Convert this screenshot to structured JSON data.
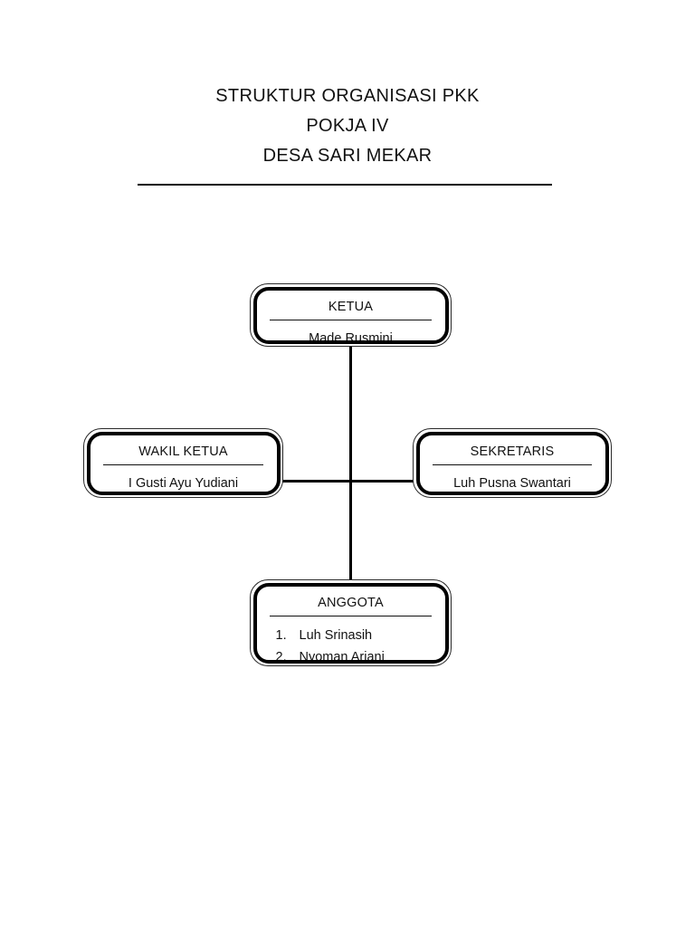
{
  "document": {
    "title_lines": [
      "STRUKTUR ORGANISASI PKK",
      "POKJA IV",
      "DESA SARI MEKAR"
    ]
  },
  "chart_data": {
    "type": "diagram",
    "diagram_kind": "organization-chart",
    "title": "STRUKTUR ORGANISASI PKK POKJA IV DESA SARI MEKAR",
    "nodes": [
      {
        "id": "ketua",
        "role": "KETUA",
        "name": "Made Rusmini",
        "level": 0
      },
      {
        "id": "wakil",
        "role": "WAKIL KETUA",
        "name": "I Gusti Ayu Yudiani",
        "level": 1
      },
      {
        "id": "sekretaris",
        "role": "SEKRETARIS",
        "name": "Luh Pusna Swantari",
        "level": 1
      },
      {
        "id": "anggota",
        "role": "ANGGOTA",
        "name": "",
        "level": 2
      }
    ],
    "edges": [
      {
        "from": "ketua",
        "to": "wakil"
      },
      {
        "from": "ketua",
        "to": "sekretaris"
      },
      {
        "from": "ketua",
        "to": "anggota"
      }
    ]
  },
  "nodes": {
    "ketua": {
      "role": "KETUA",
      "name": "Made Rusmini"
    },
    "wakil_ketua": {
      "role": "WAKIL KETUA",
      "name": "I Gusti Ayu Yudiani"
    },
    "sekretaris": {
      "role": "SEKRETARIS",
      "name": "Luh Pusna Swantari"
    },
    "anggota": {
      "role": "ANGGOTA",
      "members": [
        {
          "num": "1.",
          "name": "Luh Srinasih"
        },
        {
          "num": "2.",
          "name": "Nyoman Ariani"
        }
      ]
    }
  },
  "colors": {
    "ink": "#000000",
    "text": "#111111",
    "page": "#ffffff"
  }
}
